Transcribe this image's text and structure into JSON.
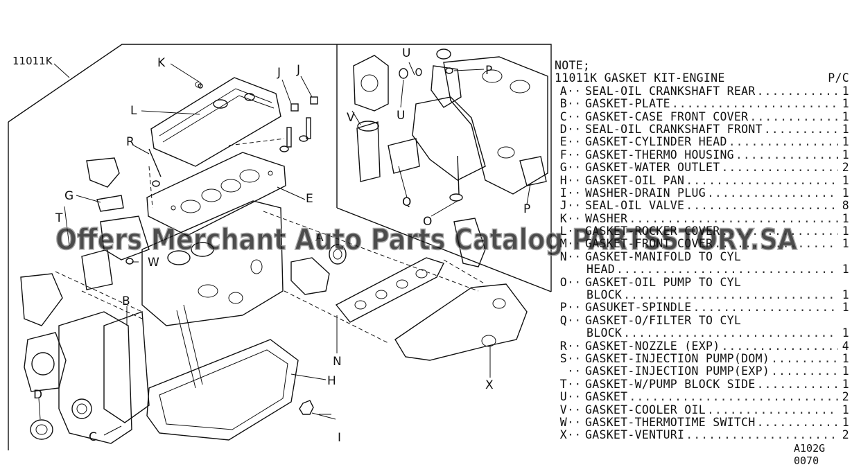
{
  "diagram": {
    "kit_number": "11011K",
    "figure_code": "A102G 0070",
    "watermark": "Offers Merchant Auto Parts Catalog PARTSSTORY.SA",
    "callouts": [
      "K",
      "L",
      "J",
      "J",
      "R",
      "E",
      "G",
      "T",
      "A",
      "W",
      "B",
      "D",
      "C",
      "H",
      "I",
      "N",
      "X",
      "U",
      "U",
      "P",
      "V",
      "Q",
      "O",
      "P"
    ]
  },
  "notes": {
    "title": "NOTE;",
    "kit_label": "11011K GASKET KIT-ENGINE",
    "pc_header": "P/C",
    "items": [
      {
        "code": "A",
        "name": "SEAL-OIL CRANKSHAFT REAR",
        "qty": "1"
      },
      {
        "code": "B",
        "name": "GASKET-PLATE",
        "qty": "1"
      },
      {
        "code": "C",
        "name": "GASKET-CASE FRONT COVER",
        "qty": "1"
      },
      {
        "code": "D",
        "name": "SEAL-OIL CRANKSHAFT FRONT",
        "qty": "1"
      },
      {
        "code": "E",
        "name": "GASKET-CYLINDER HEAD",
        "qty": "1"
      },
      {
        "code": "F",
        "name": "GASKET-THERMO HOUSING",
        "qty": "1"
      },
      {
        "code": "G",
        "name": "GASKET-WATER OUTLET",
        "qty": "2"
      },
      {
        "code": "H",
        "name": "GASKET-OIL PAN",
        "qty": "1"
      },
      {
        "code": "I",
        "name": "WASHER-DRAIN PLUG",
        "qty": "1"
      },
      {
        "code": "J",
        "name": "SEAL-OIL VALVE",
        "qty": "8"
      },
      {
        "code": "K",
        "name": "WASHER",
        "qty": "1"
      },
      {
        "code": "L",
        "name": "GASKET-ROCKER COVER",
        "qty": "1"
      },
      {
        "code": "M",
        "name": "GASKET-FRONT COVER",
        "qty": "1"
      },
      {
        "code": "N",
        "name": "GASKET-MANIFOLD TO CYL",
        "cont": "HEAD",
        "qty": "1"
      },
      {
        "code": "O",
        "name": "GASKET-OIL PUMP TO CYL",
        "cont": "BLOCK",
        "qty": "1"
      },
      {
        "code": "P",
        "name": "GASUKET-SPINDLE",
        "qty": "1"
      },
      {
        "code": "Q",
        "name": "GASKET-O/FILTER TO CYL",
        "cont": "BLOCK",
        "qty": "1"
      },
      {
        "code": "R",
        "name": "GASKET-NOZZLE (EXP)",
        "qty": "4"
      },
      {
        "code": "S",
        "name": "GASKET-INJECTION PUMP(DOM)",
        "qty": "1"
      },
      {
        "code": "",
        "name": "GASKET-INJECTION PUMP(EXP)",
        "qty": "1"
      },
      {
        "code": "T",
        "name": "GASKET-W/PUMP BLOCK SIDE",
        "qty": "1"
      },
      {
        "code": "U",
        "name": "GASKET",
        "qty": "2"
      },
      {
        "code": "V",
        "name": "GASKET-COOLER OIL",
        "qty": "1"
      },
      {
        "code": "W",
        "name": "GASKET-THERMOTIME SWITCH",
        "qty": "1"
      },
      {
        "code": "X",
        "name": "GASKET-VENTURI",
        "qty": "2"
      }
    ]
  }
}
